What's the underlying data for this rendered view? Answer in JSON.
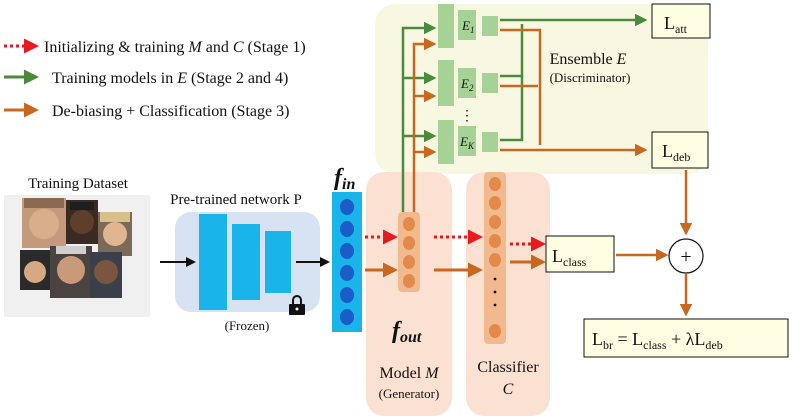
{
  "legend": {
    "stage1": "Initializing & training M and C (Stage 1)",
    "stage1_pre": "Initializing & training ",
    "stage1_m": "M",
    "stage1_and": " and ",
    "stage1_c": "C",
    "stage1_post": " (Stage 1)",
    "stage24": "Training models in E (Stage 2 and 4)",
    "stage24_pre": "Training models in ",
    "stage24_e": "E",
    "stage24_post": " (Stage 2 and 4)",
    "stage3": "De-biasing + Classification (Stage 3)"
  },
  "training_dataset": {
    "label": "Training Dataset"
  },
  "pretrained": {
    "label": "Pre-trained network P",
    "frozen": "(Frozen)"
  },
  "features": {
    "f_in": "f",
    "f_in_sub": "in",
    "f_out": "f",
    "f_out_sub": "out"
  },
  "model": {
    "label": "Model ",
    "var": "M",
    "role": "(Generator)"
  },
  "classifier": {
    "label": "Classifier",
    "var": "C"
  },
  "ensemble": {
    "label": "Ensemble ",
    "var": "E",
    "role": "(Discriminator)",
    "models": [
      {
        "name": "E",
        "sub": "1"
      },
      {
        "name": "E",
        "sub": "2"
      },
      {
        "name": "E",
        "sub": "K"
      }
    ],
    "dots": "⋮"
  },
  "losses": {
    "att": {
      "main": "L",
      "sub": "att"
    },
    "deb": {
      "main": "L",
      "sub": "deb"
    },
    "class": {
      "main": "L",
      "sub": "class"
    },
    "sum_symbol": "+",
    "br": {
      "lhs_main": "L",
      "lhs_sub": "br",
      "eq": " = ",
      "t1_main": "L",
      "t1_sub": "class",
      "plus": " + ",
      "lambda": "λ",
      "t2_main": "L",
      "t2_sub": "deb"
    }
  },
  "colors": {
    "red_dashed": "#e8191f",
    "green": "#4a8a3a",
    "orange": "#c8671f",
    "blue": "#18b4ea",
    "fin_dot": "#1a5cc8",
    "ensemble_bg": "#f8f8e2",
    "model_bg": "#fbe1d1",
    "pretrained_bg": "#d7e2f2",
    "ensemble_box": "#a6d296",
    "node_orange": "#e28a4a",
    "node_orange_light": "#f3b98e"
  },
  "icons": {
    "lock": "lock-icon"
  }
}
